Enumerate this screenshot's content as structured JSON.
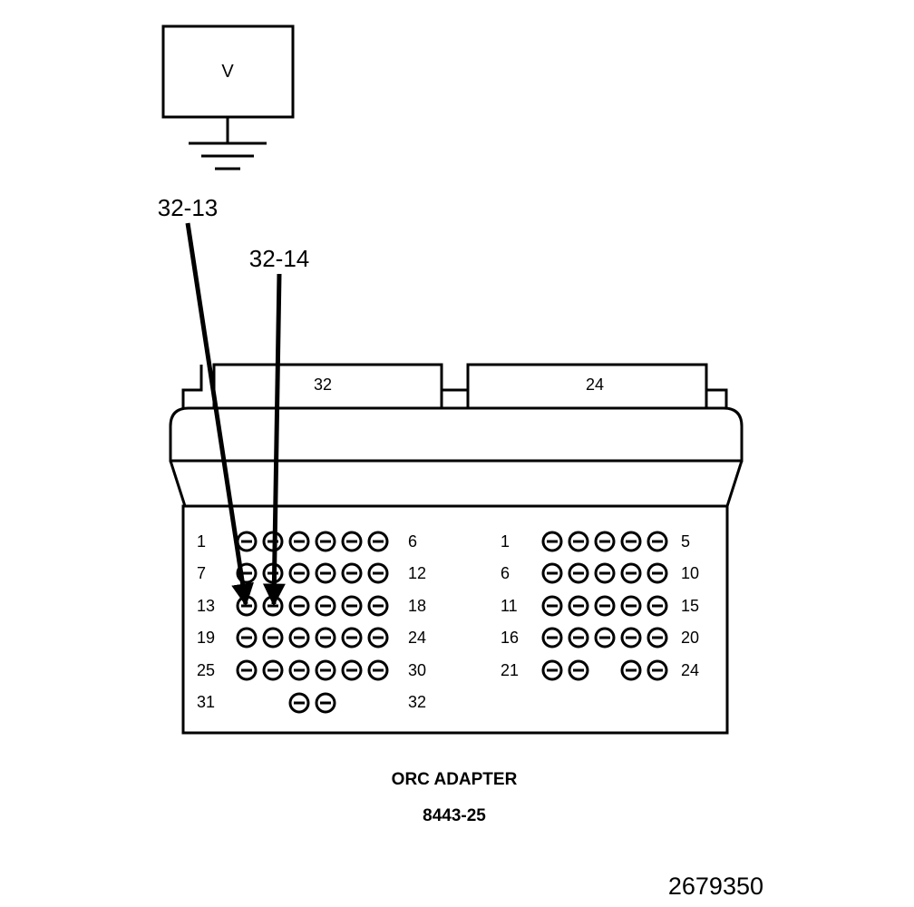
{
  "meter": {
    "label": "V"
  },
  "probes": [
    {
      "label": "32-13"
    },
    {
      "label": "32-14"
    }
  ],
  "connectors": [
    {
      "label": "32"
    },
    {
      "label": "24"
    }
  ],
  "left_pins": {
    "rows": [
      {
        "start": "1",
        "end": "6"
      },
      {
        "start": "7",
        "end": "12"
      },
      {
        "start": "13",
        "end": "18"
      },
      {
        "start": "19",
        "end": "24"
      },
      {
        "start": "25",
        "end": "30"
      },
      {
        "start": "31",
        "end": "32"
      }
    ]
  },
  "right_pins": {
    "rows": [
      {
        "start": "1",
        "end": "5"
      },
      {
        "start": "6",
        "end": "10"
      },
      {
        "start": "11",
        "end": "15"
      },
      {
        "start": "16",
        "end": "20"
      },
      {
        "start": "21",
        "end": "24"
      }
    ]
  },
  "caption": {
    "title": "ORC ADAPTER",
    "part_number": "8443-25"
  },
  "figure_number": "2679350"
}
